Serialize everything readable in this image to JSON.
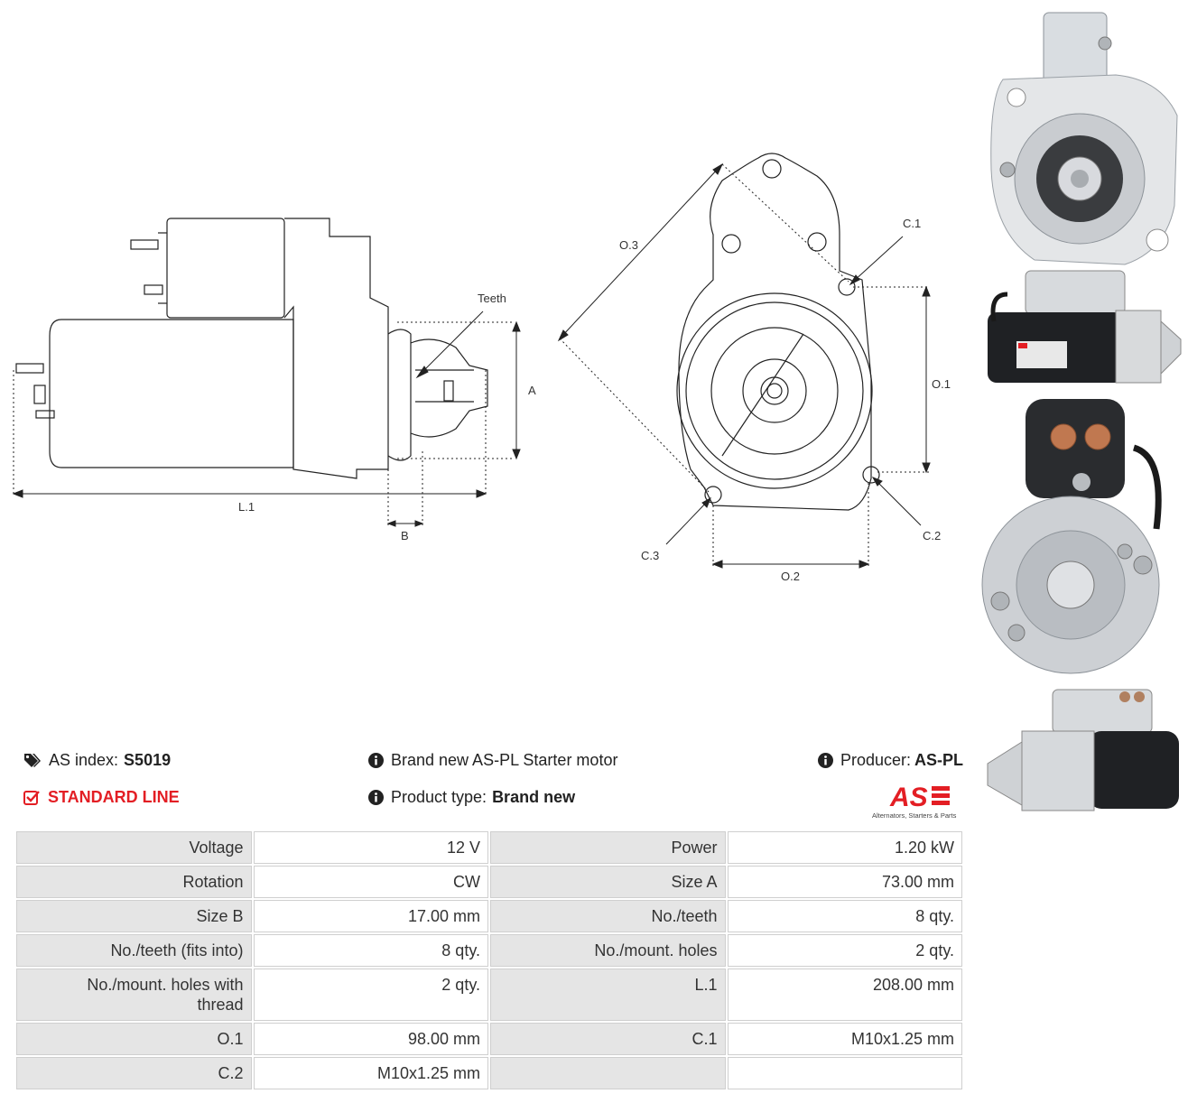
{
  "diagram": {
    "labels": {
      "teeth": "Teeth",
      "a": "A",
      "b": "B",
      "l1": "L.1",
      "o1": "O.1",
      "o2": "O.2",
      "o3": "O.3",
      "c1": "C.1",
      "c2": "C.2",
      "c3": "C.3"
    }
  },
  "info": {
    "index_label": "AS index:",
    "index_value": "S5019",
    "line": "STANDARD LINE",
    "description": "Brand new AS-PL Starter motor",
    "product_type_label": "Product type:",
    "product_type_value": "Brand new",
    "producer_label": "Producer:",
    "producer_value": "AS-PL",
    "logo_text": "AS",
    "logo_tagline": "Alternators, Starters & Parts"
  },
  "specs": {
    "rows": [
      [
        "Voltage",
        "12 V",
        "Power",
        "1.20 kW"
      ],
      [
        "Rotation",
        "CW",
        "Size A",
        "73.00 mm"
      ],
      [
        "Size B",
        "17.00 mm",
        "No./teeth",
        "8 qty."
      ],
      [
        "No./teeth (fits into)",
        "8 qty.",
        "No./mount. holes",
        "2 qty."
      ],
      [
        "No./mount. holes with thread",
        "2 qty.",
        "L.1",
        "208.00 mm"
      ],
      [
        "O.1",
        "98.00 mm",
        "C.1",
        "M10x1.25 mm"
      ],
      [
        "C.2",
        "M10x1.25 mm",
        "",
        ""
      ]
    ]
  },
  "colors": {
    "accent": "#e31e24",
    "table_label_bg": "#e5e5e5",
    "table_border": "#cfcfcf"
  }
}
